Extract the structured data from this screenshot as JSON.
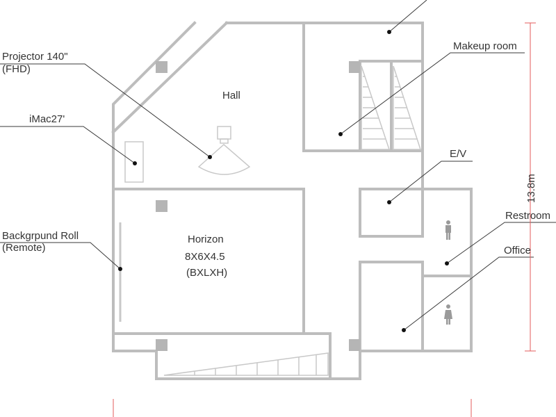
{
  "labels": {
    "projector": "Projector 140\"",
    "projector_sub": "(FHD)",
    "imac": "iMac27'",
    "background_roll": "Backgrpund Roll",
    "background_roll_sub": "(Remote)",
    "makeup_room": "Makeup room",
    "ev": "E/V",
    "restroom": "Restroom",
    "office": "Office"
  },
  "rooms": {
    "hall": "Hall",
    "horizon": "Horizon",
    "horizon_size": "8X6X4.5",
    "horizon_unit": "(BXLXH)"
  },
  "dimension": {
    "height": "13.8m"
  },
  "colors": {
    "wall": "#bdbdbd",
    "leader": "#3a3a3a",
    "dimension": "#e35b5b"
  }
}
